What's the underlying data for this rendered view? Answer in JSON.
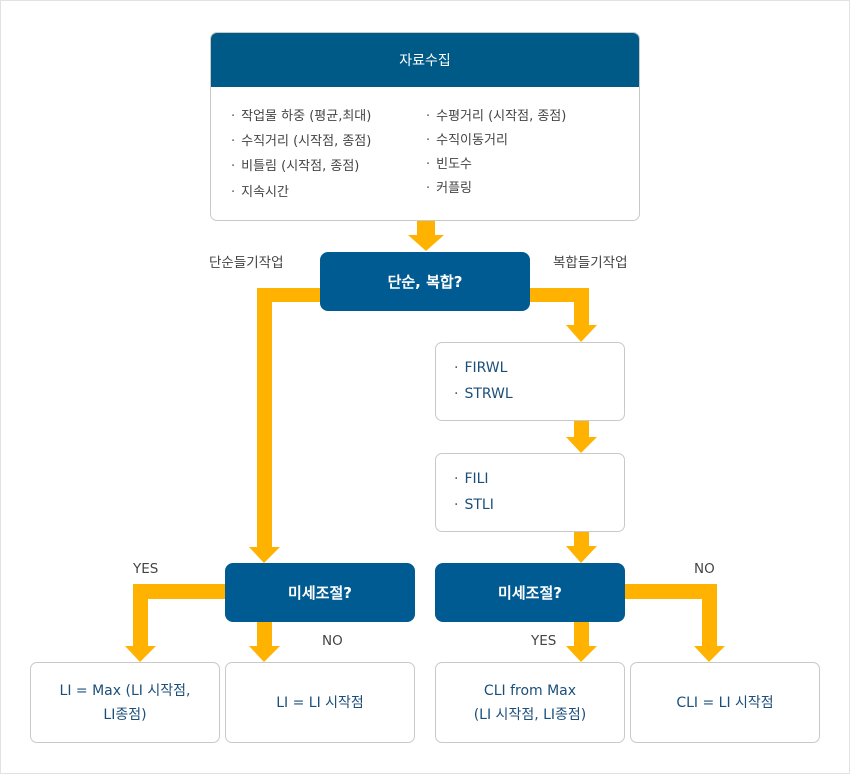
{
  "colors": {
    "navy": "#005b93",
    "header": "#005a87",
    "arrow": "#ffb300",
    "result_text": "#1b4f7a"
  },
  "collect": {
    "title": "자료수집",
    "left_items": [
      "작업물 하중 (평균,최대)",
      "수직거리 (시작점, 종점)",
      "비틀림 (시작점, 종점)",
      "지속시간"
    ],
    "right_items": [
      "수평거리 (시작점, 종점)",
      "수직이동거리",
      "빈도수",
      "커플링"
    ]
  },
  "decision_main": {
    "label": "단순, 복합?",
    "left_branch": "단순들기작업",
    "right_branch": "복합들기작업"
  },
  "list_rwl": [
    "FIRWL",
    "STRWL"
  ],
  "list_li": [
    "FILI",
    "STLI"
  ],
  "fine_left": {
    "label": "미세조절?",
    "yes": "YES",
    "no": "NO"
  },
  "fine_right": {
    "label": "미세조절?",
    "yes": "YES",
    "no": "NO"
  },
  "results": {
    "r1_line1": "LI = Max (LI 시작점,",
    "r1_line2": "LI종점)",
    "r2": "LI = LI 시작점",
    "r3_line1": "CLI from Max",
    "r3_line2": "(LI 시작점, LI종점)",
    "r4": "CLI = LI 시작점"
  }
}
